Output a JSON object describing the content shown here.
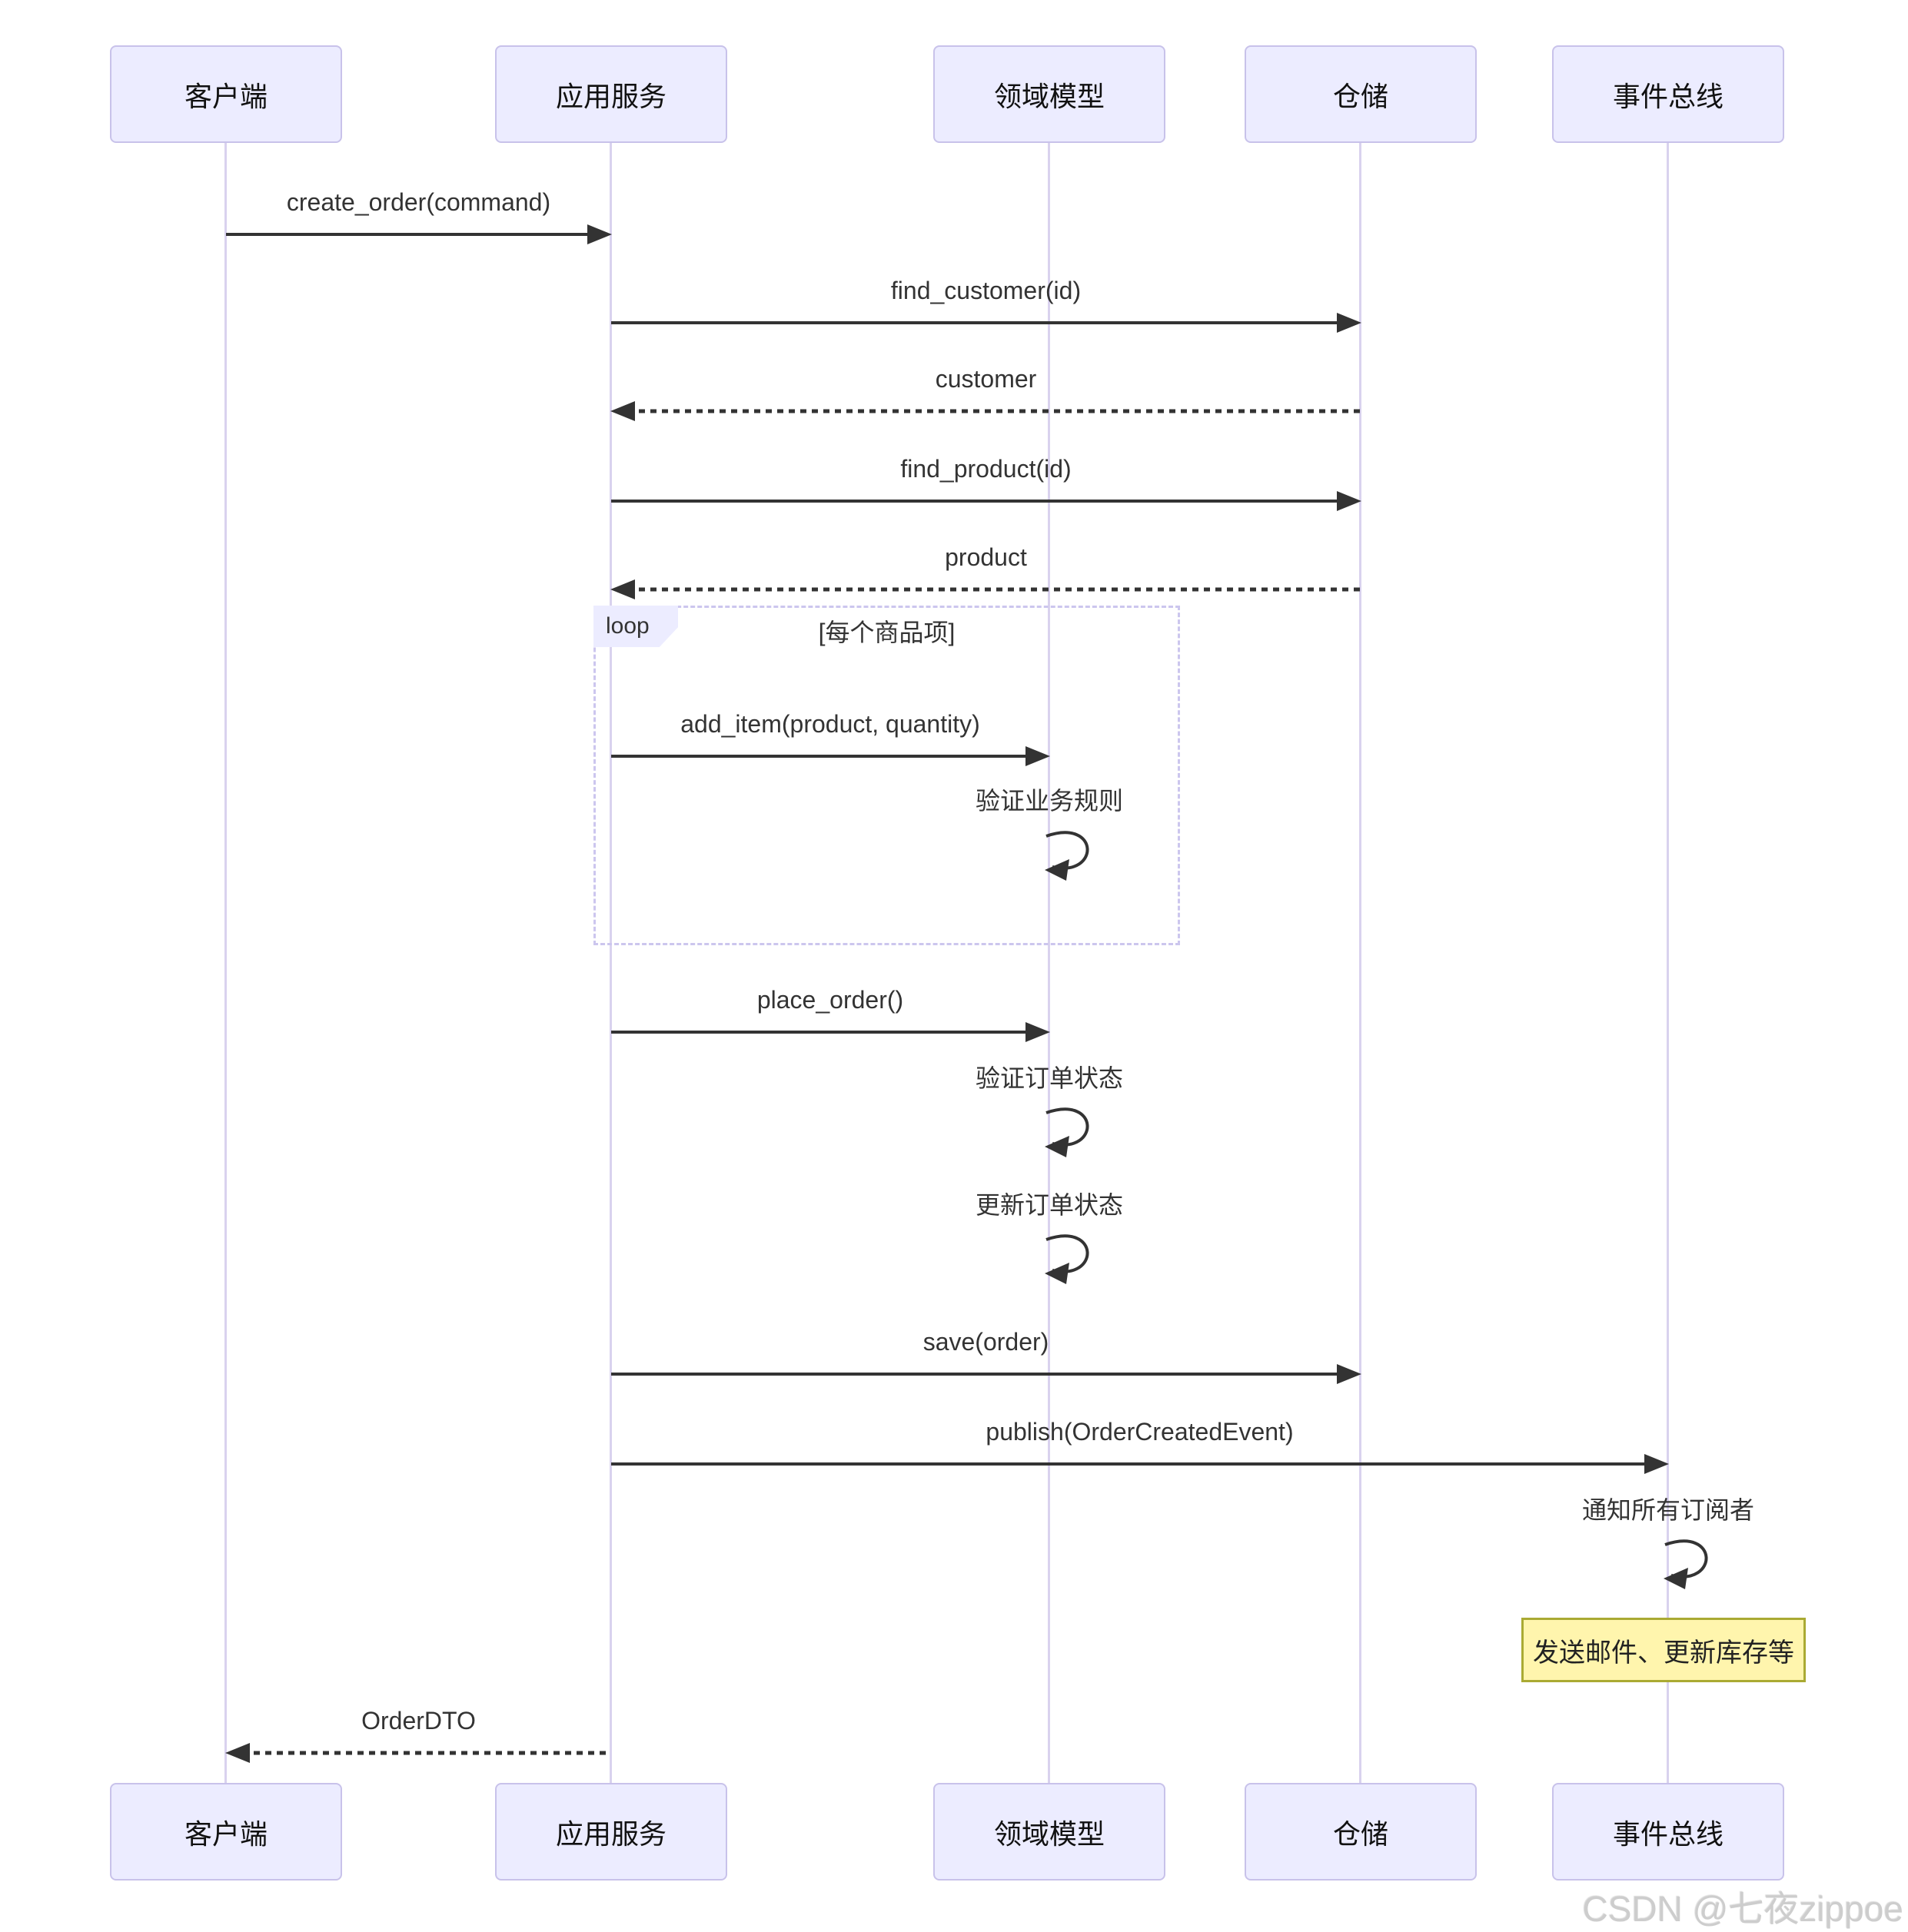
{
  "diagram": {
    "type": "sequence-diagram",
    "actors": [
      {
        "id": "client",
        "label": "客户端"
      },
      {
        "id": "app-service",
        "label": "应用服务"
      },
      {
        "id": "domain-model",
        "label": "领域模型"
      },
      {
        "id": "repository",
        "label": "仓储"
      },
      {
        "id": "event-bus",
        "label": "事件总线"
      }
    ],
    "messages": [
      {
        "from": "客户端",
        "to": "应用服务",
        "label": "create_order(command)",
        "style": "solid"
      },
      {
        "from": "应用服务",
        "to": "仓储",
        "label": "find_customer(id)",
        "style": "solid"
      },
      {
        "from": "仓储",
        "to": "应用服务",
        "label": "customer",
        "style": "dashed-return"
      },
      {
        "from": "应用服务",
        "to": "仓储",
        "label": "find_product(id)",
        "style": "solid"
      },
      {
        "from": "仓储",
        "to": "应用服务",
        "label": "product",
        "style": "dashed-return"
      },
      {
        "from": "应用服务",
        "to": "领域模型",
        "label": "add_item(product, quantity)",
        "style": "solid"
      },
      {
        "from": "领域模型",
        "to": "领域模型",
        "label": "验证业务规则",
        "style": "self"
      },
      {
        "from": "应用服务",
        "to": "领域模型",
        "label": "place_order()",
        "style": "solid"
      },
      {
        "from": "领域模型",
        "to": "领域模型",
        "label": "验证订单状态",
        "style": "self"
      },
      {
        "from": "领域模型",
        "to": "领域模型",
        "label": "更新订单状态",
        "style": "self"
      },
      {
        "from": "应用服务",
        "to": "仓储",
        "label": "save(order)",
        "style": "solid"
      },
      {
        "from": "应用服务",
        "to": "事件总线",
        "label": "publish(OrderCreatedEvent)",
        "style": "solid"
      },
      {
        "from": "事件总线",
        "to": "事件总线",
        "label": "通知所有订阅者",
        "style": "self"
      },
      {
        "from": "应用服务",
        "to": "客户端",
        "label": "OrderDTO",
        "style": "dashed-return"
      }
    ],
    "loop": {
      "keyword": "loop",
      "condition": "[每个商品项]"
    },
    "note": {
      "text": "发送邮件、更新库存等",
      "attached_to": "事件总线"
    },
    "watermark": "CSDN @七夜zippoe",
    "colors": {
      "actor_fill": "#ECECFF",
      "actor_border": "#C8C2EA",
      "lifeline": "#D9D2EE",
      "message": "#333333",
      "note_fill": "#FFF5AD",
      "note_border": "#AAAA33",
      "loop_border": "#CCC6EE"
    }
  }
}
